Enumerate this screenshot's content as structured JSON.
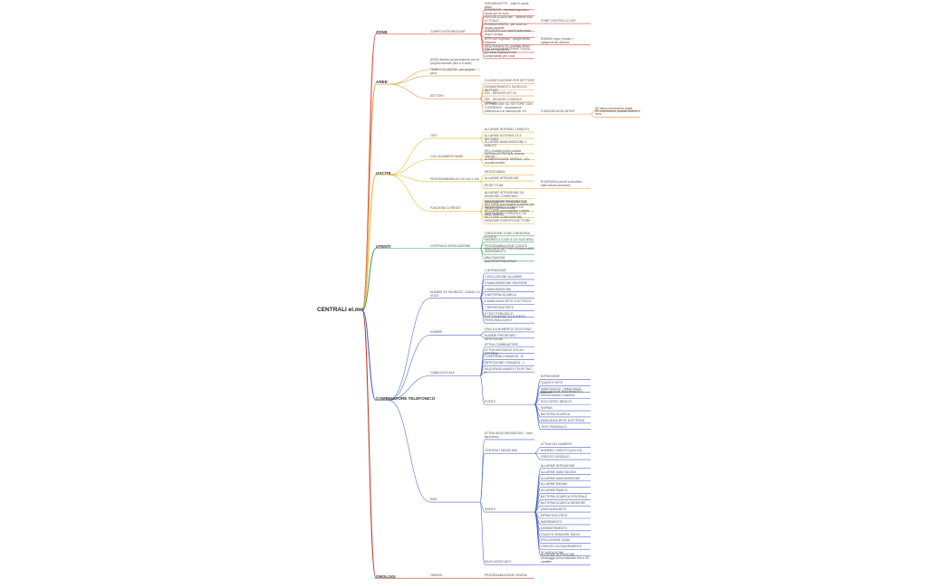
{
  "root": "CENTRALI el.mo",
  "colors": {
    "zone": "#e4473c",
    "aree": "#e8923a",
    "uscite": "#e8b92e",
    "utenti": "#3aa66b",
    "comb": "#4a63c9",
    "orologi": "#c0392b"
  },
  "branches": [
    {
      "label": "ZONE",
      "color": "#e4473c",
      "children": [
        {
          "label": "CAMPO INTEGRAZIONE",
          "children": [
            {
              "label": "GIRONE/NOTTE - tutte le uscite attive"
            },
            {
              "label": "RITARDATA - ritardata ingresso / uscita per le zone"
            },
            {
              "label": "PARZIALIZZAZIONE - allarme solo a TOTALE",
              "children": [
                {
                  "label": "ZONE CONTROLLO 24H"
                }
              ]
            },
            {
              "label": "RONDA/OGNITA - per zone su uscita parziale"
            },
            {
              "label": "CHIUSURA con inseriti automatici dopo il tempo"
            },
            {
              "label": "APRI con ingresso / spegnimento impianto",
              "children": [
                {
                  "label": "RIARMO dopo l'uscita + spegnimento allarme"
                }
              ]
            },
            {
              "label": "SEQUENZIALITA' (contatti veloci, solo se impulsivo)"
            },
            {
              "label": "ESCLUSIONE/INTERMITTENZA - per zona esclusa e non comandabile per zona"
            }
          ]
        }
      ]
    },
    {
      "label": "AREE",
      "color": "#e8923a",
      "children": [
        {
          "label": "AREA diventa ad accensione con la propria centrale (fino a 8 aree)"
        },
        {
          "label": "TEMPO DI USCITA - per propria area"
        },
        {
          "label": "SETTORI",
          "children": [
            {
              "label": "CLASSIFICAZIONE PER SETTORE"
            },
            {
              "label": "DISINSERIMENTO INCROCIO SETTORI"
            },
            {
              "label": "DIS - SENSORI ATTIVI"
            },
            {
              "label": "INS - SENSORI CONSOLE TOTALE"
            },
            {
              "label": "ATTIVAZIONE SU SETTORE CON CONSENSO - separazione elettronica e di sistema per 1/3",
              "children": [
                {
                  "label": "FUNZIONI AGGIUNTIVE",
                  "children": [
                    {
                      "label": "SE attivo inserimento totale"
                    },
                    {
                      "label": "SE inserimento parziale/settore e area"
                    }
                  ]
                }
              ]
            }
          ]
        }
      ]
    },
    {
      "label": "USCITE",
      "color": "#e8b92e",
      "children": [
        {
          "label": "TIPO",
          "children": [
            {
              "label": "ALLARME INTERNO 1 MINUTO"
            },
            {
              "label": "ALLARME ESTERNO DI 3 SECONDI"
            },
            {
              "label": "ALLARME MANOMISSIONE 1 MINUTO"
            }
          ]
        },
        {
          "label": "COLLEGAMENTI BASE",
          "children": [
            {
              "label": "REL contatto pulito portata"
            },
            {
              "label": "SIRENA (EXTERNAL (sirena interna)"
            },
            {
              "label": "ALIMENTAZIONE SIRENA - 12V autoalimentata"
            }
          ]
        },
        {
          "label": "PROGRAMMABILI/12-40 con 1 vda",
          "children": [
            {
              "label": "NEGATO/BIAS"
            },
            {
              "label": "ALLARME INTRUSIONE"
            },
            {
              "label": "RESET FUMI",
              "children": [
                {
                  "label": "RITARDATA (on/off a chiudere, interruzione pulsante)"
                }
              ]
            }
          ]
        },
        {
          "label": "FUNZIONE DI RESET",
          "children": [
            {
              "label": "ALLARME INTRUSIONE DA SENSORE CONSENSO"
            },
            {
              "label": "ESCLUSIONE SENSORE BUS"
            },
            {
              "label": "INSERIMENTO PARZIALE DA SETTORE (con vedere in ritardo per ritardo ingresso/uscita)"
            },
            {
              "label": "INSERIMENTO TOTALE DA SETTORE (con ingresso / uscita area / settore)"
            },
            {
              "label": "INSERIMENTO PARZIALE DA SETTORE CONDIVISIONE - SENSORE ESPERTO/SETTORE"
            }
          ]
        }
      ]
    },
    {
      "label": "UTENTI",
      "color": "#3aa66b",
      "children": [
        {
          "label": "CENTRALE ASSOCIAZIONE",
          "children": [
            {
              "label": "CREAZIONE CODICI MEMORIA UTENTE"
            },
            {
              "label": "INSERISCI CODICE DA TASTIERA"
            },
            {
              "label": "PROGRAMMAZIONE CODICE"
            },
            {
              "label": "ABILITARE SETTORI GRANULARE INSERIMENTO"
            },
            {
              "label": "ABILITAZIONE MASTER/PRINCIPALE"
            }
          ]
        }
      ]
    },
    {
      "label": "COMBINATORE TELEFONICO",
      "color": "#4a63c9",
      "children": [
        {
          "label": "NUMERI ED INDIRIZZI / CANALI DI VOCE",
          "children": [
            {
              "label": "1 INTRUSIONE"
            },
            {
              "label": "2 ESCLUSIONE ALLARME"
            },
            {
              "label": "3 MANOMISSIONE SENSORE"
            },
            {
              "label": "4 MANOMISSIONE"
            },
            {
              "label": "5 BATTERIA SCARICA"
            },
            {
              "label": "6 MANCANZA RETE ELETTRICA"
            },
            {
              "label": "7 RIPRISTINO RETE"
            },
            {
              "label": "8 TEST PERIODICO"
            },
            {
              "label": "9 ATTIVAZIONE SU EVENTO PERSONALIZZATO"
            }
          ]
        },
        {
          "label": "NUMERI",
          "children": [
            {
              "label": "FINO A 8 NUMERI DI TELEFONO"
            },
            {
              "label": "NUMERI PRIORITARI / RIPETIZIONI"
            }
          ]
        },
        {
          "label": "CANALI/VOCALE",
          "children": [
            {
              "label": "ATTIVA COMBINATORE"
            },
            {
              "label": "ATTIVA MESSAGGI VOCALI ESTERNI"
            },
            {
              "label": "CONFERMA CHIAMATA - N."
            },
            {
              "label": "RIPETIZIONE CHIAMATA - 1"
            },
            {
              "label": "SEQUENZA NUMERI TELEFONO - 8"
            },
            {
              "label": "EVENTI",
              "children": [
                {
                  "label": "INTRUSIONE"
                },
                {
                  "label": "GUASTO RETE"
                },
                {
                  "label": "SABOTAGGIO - MANCANZA - MANCA"
                },
                {
                  "label": "ESCLUSIONE INSERIMENTO - Sensori senza Consenso"
                },
                {
                  "label": "SOCCORSO MEDICO"
                },
                {
                  "label": "RAPINA"
                },
                {
                  "label": "BATTERIA SCARICA"
                },
                {
                  "label": "MANCANZA RETE ELETTRICA"
                },
                {
                  "label": "TEST PERIODICO"
                }
              ]
            }
          ]
        },
        {
          "label": "SMS",
          "children": [
            {
              "label": "ATTIVA INVIO MESSAGGIO - tutti i tipi evento"
            },
            {
              "label": "CENTRALI SENZA SIM",
              "children": [
                {
                  "label": "ATTIVA DEL NUMERO"
                },
                {
                  "label": "NUMERO CREDITO (fino a 5)"
                },
                {
                  "label": "CREDITO RESIDUO"
                }
              ]
            },
            {
              "label": "EVENTI",
              "children": [
                {
                  "label": "ALLARME INTRUSIONE"
                },
                {
                  "label": "ALLARME SABOTAGGIO"
                },
                {
                  "label": "ALLARME MANOMISSIONE"
                },
                {
                  "label": "ALLARME RAPINA"
                },
                {
                  "label": "ALLARME PANICO"
                },
                {
                  "label": "BATTERIA SCARICA CENTRALE"
                },
                {
                  "label": "BATTERIA SCARICA SENSORE"
                },
                {
                  "label": "MANCANZA RETE"
                },
                {
                  "label": "RIPRISTINO RETE"
                },
                {
                  "label": "INSERIMENTO"
                },
                {
                  "label": "DISINSERIMENTO"
                },
                {
                  "label": "GUASTO SENSORE RADIO"
                },
                {
                  "label": "ESCLUSIONE ZONA"
                },
                {
                  "label": "CREDITO IN ESAURIMENTO"
                },
                {
                  "label": "SCADENZA SIM"
                }
              ]
            },
            {
              "label": "INVIO ASSOCIATO",
              "children": [
                {
                  "label": "ALLARME INTRUSIONE - messaggio personalizzato fino a 32 caratteri"
                }
              ]
            }
          ]
        }
      ]
    },
    {
      "label": "OROLOGI",
      "color": "#c0392b",
      "children": [
        {
          "label": "ORARIO",
          "children": [
            {
              "label": "PROGRAMMAZIONE ORARIA"
            }
          ]
        }
      ]
    }
  ]
}
